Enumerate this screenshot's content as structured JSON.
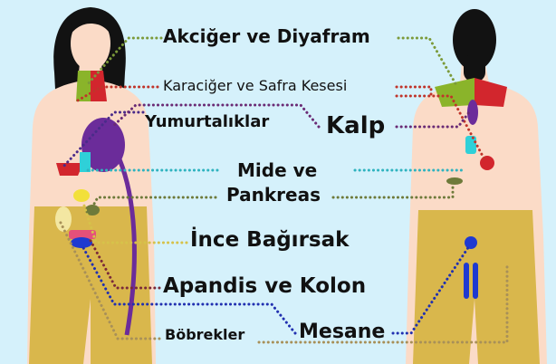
{
  "labels": {
    "lungs": "Akciğer ve Diyafram",
    "liver": "Karaciğer ve Safra Kesesi",
    "ovaries": "Yumurtalıklar",
    "heart": "Kalp",
    "stomach_line1": "Mide ve",
    "stomach_line2": "Pankreas",
    "small_intestine": "İnce Bağırsak",
    "colon": "Apandis ve Kolon",
    "bladder": "Mesane",
    "kidneys": "Böbrekler"
  },
  "colors": {
    "background": "#d5f1fb",
    "skin": "#fbdbc7",
    "skin_shadow": "#f2c5aa",
    "hair": "#121212",
    "hip_band": "#d9b74c",
    "lungs_line": "#7c9a3a",
    "liver_line": "#c0342a",
    "ovaries_line": "#4a2b8a",
    "heart_line": "#6a2b75",
    "stomach_line": "#2fb3bf",
    "pancreas_line": "#6e7a3a",
    "small_intestine_line": "#d6c24a",
    "colon_line": "#7a2a3a",
    "bladder_line": "#2130b0",
    "kidneys_line": "#a89058"
  }
}
